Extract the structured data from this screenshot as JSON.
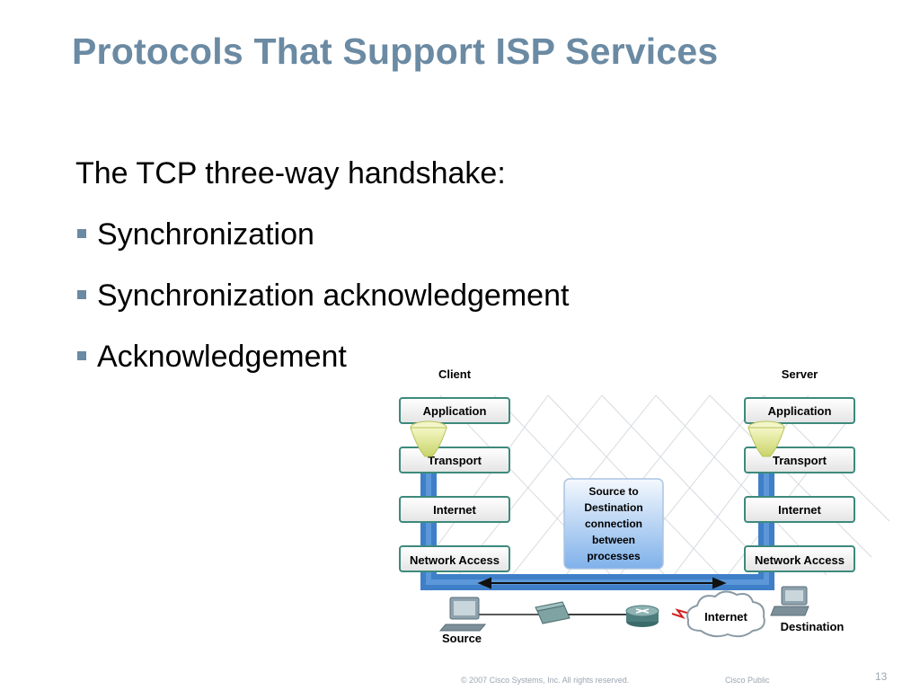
{
  "slide": {
    "title": "Protocols That Support ISP Services",
    "intro": "The TCP three-way handshake:",
    "bullets": [
      "Synchronization",
      "Synchronization acknowledgement",
      "Acknowledgement"
    ]
  },
  "diagram": {
    "client_label": "Client",
    "server_label": "Server",
    "layers": [
      "Application",
      "Transport",
      "Internet",
      "Network Access"
    ],
    "center_box_lines": [
      "Source to",
      "Destination",
      "connection",
      "between",
      "processes"
    ],
    "source_label": "Source",
    "destination_label": "Destination",
    "internet_cloud_label": "Internet",
    "colors": {
      "pipe": "#3f7fc8",
      "box_border": "#3d8a7c",
      "title": "#6b8aa3"
    }
  },
  "footer": {
    "copyright": "© 2007 Cisco Systems, Inc. All rights reserved.",
    "classification": "Cisco Public",
    "page_number": "13"
  }
}
